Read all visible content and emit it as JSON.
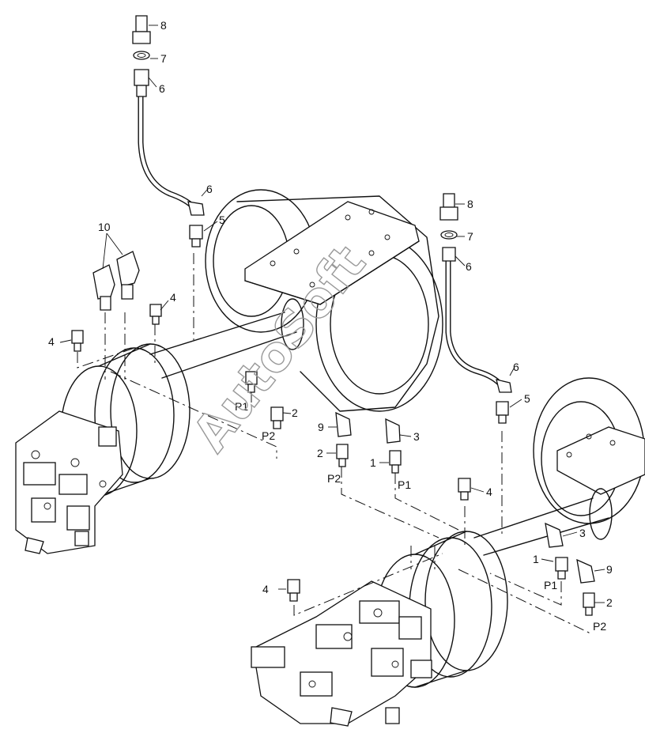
{
  "watermark": "AutoSoft",
  "callouts": {
    "c8a": "8",
    "c7a": "7",
    "c6a": "6",
    "c6b": "6",
    "c5a": "5",
    "c10": "10",
    "c4a": "4",
    "c4b": "4",
    "cP1a": "P1",
    "cP2a": "P2",
    "c2a": "2",
    "c9a": "9",
    "c3a": "3",
    "c2b": "2",
    "c1a": "1",
    "cP2b": "P2",
    "cP1b": "P1",
    "c8b": "8",
    "c7b": "7",
    "c6c": "6",
    "c6d": "6",
    "c5b": "5",
    "c4c": "4",
    "c3b": "3",
    "c1b": "1",
    "c9b": "9",
    "cP1c": "P1",
    "c2c": "2",
    "c4d": "4",
    "cP2c": "P2"
  }
}
